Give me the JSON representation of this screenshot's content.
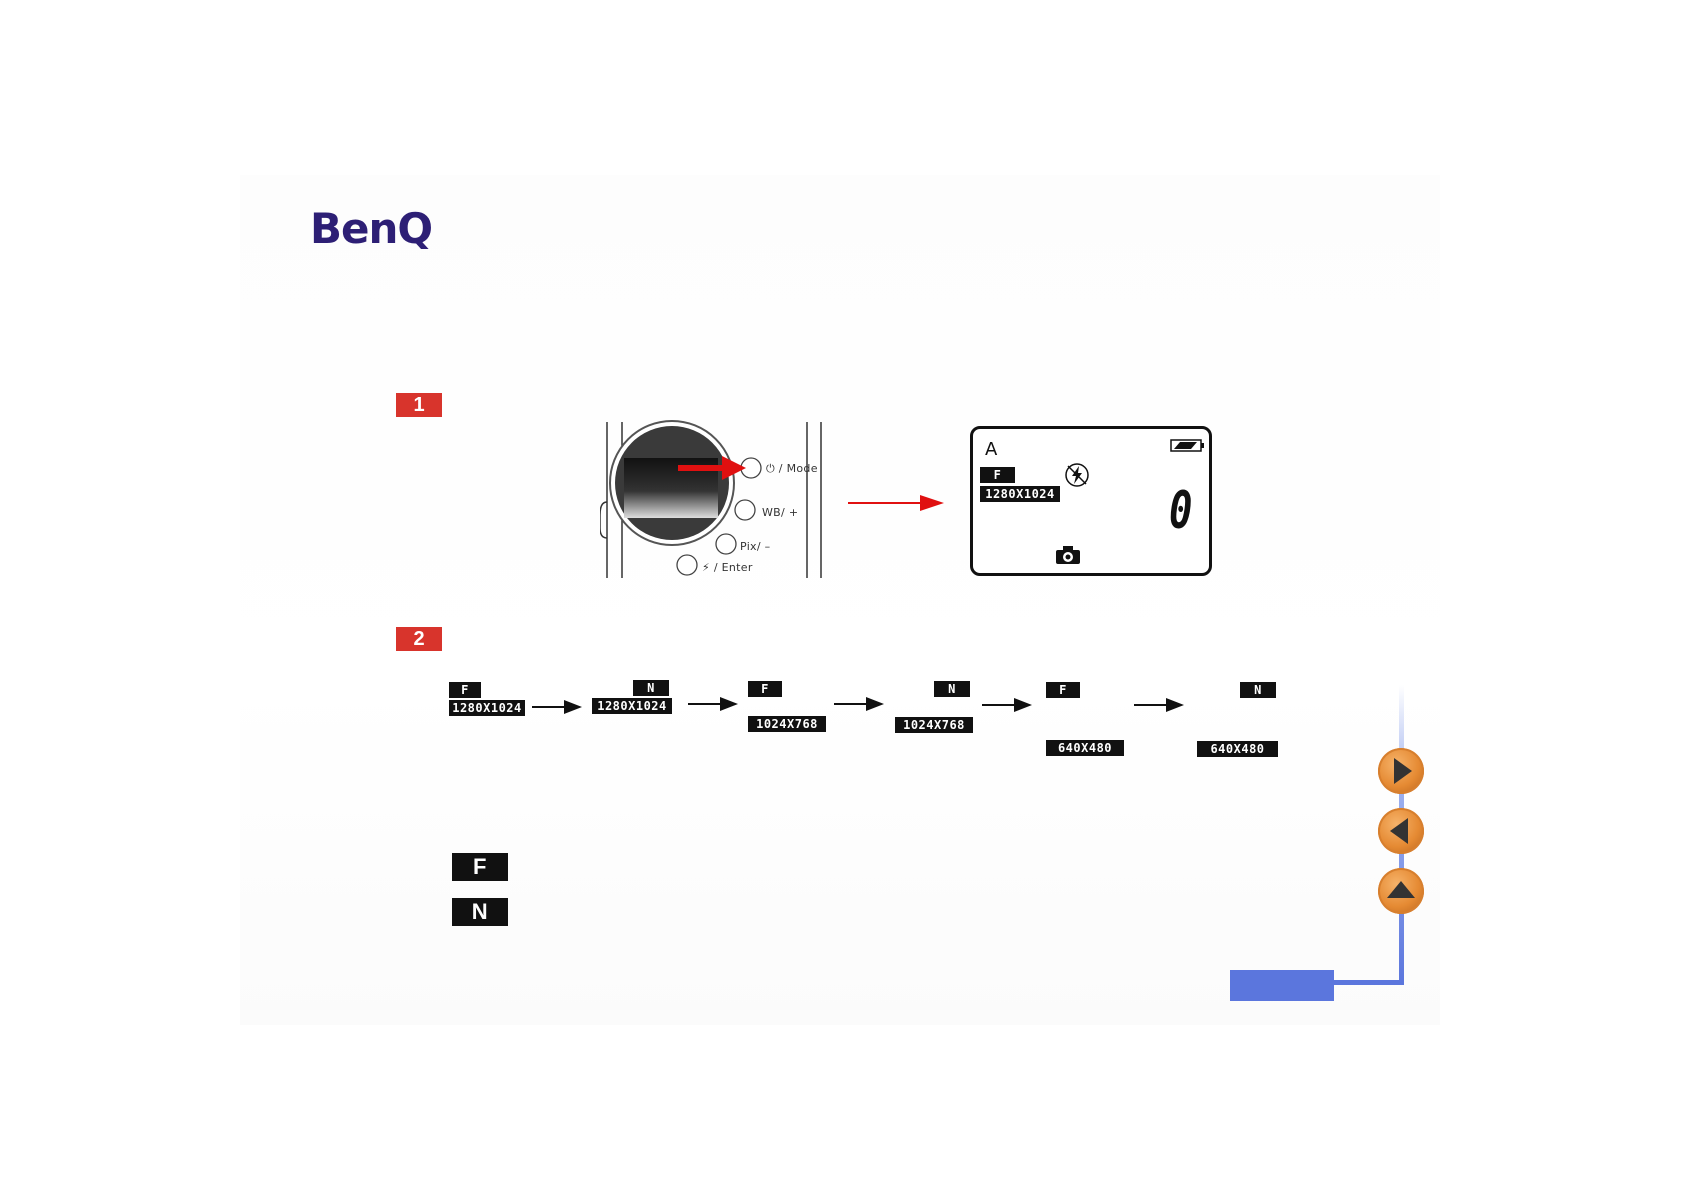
{
  "brand": {
    "logo_text": "BenQ",
    "color": "#2d1f75"
  },
  "steps": [
    {
      "number": "1"
    },
    {
      "number": "2"
    }
  ],
  "camera": {
    "buttons": [
      {
        "label": "⏻ / Mode"
      },
      {
        "label": "WB/ +"
      },
      {
        "label": "Pix/ –"
      },
      {
        "label": "⚡ / Enter"
      }
    ]
  },
  "lcd": {
    "mode_letter": "A",
    "quality": "F",
    "resolution": "1280X1024",
    "count": "0",
    "icons": [
      "battery-icon",
      "flash-icon",
      "camera-icon"
    ]
  },
  "sequence": [
    {
      "quality": "F",
      "resolution": "1280X1024"
    },
    {
      "quality": "N",
      "resolution": "1280X1024"
    },
    {
      "quality": "F",
      "resolution": "1024X768"
    },
    {
      "quality": "N",
      "resolution": "1024X768"
    },
    {
      "quality": "F",
      "resolution": "640X480"
    },
    {
      "quality": "N",
      "resolution": "640X480"
    }
  ],
  "legend": [
    {
      "symbol": "F"
    },
    {
      "symbol": "N"
    }
  ],
  "nav": {
    "buttons": [
      "next-icon",
      "previous-icon",
      "up-icon"
    ],
    "colors": {
      "button": "#e58a33",
      "line": "#5b76dd"
    }
  }
}
